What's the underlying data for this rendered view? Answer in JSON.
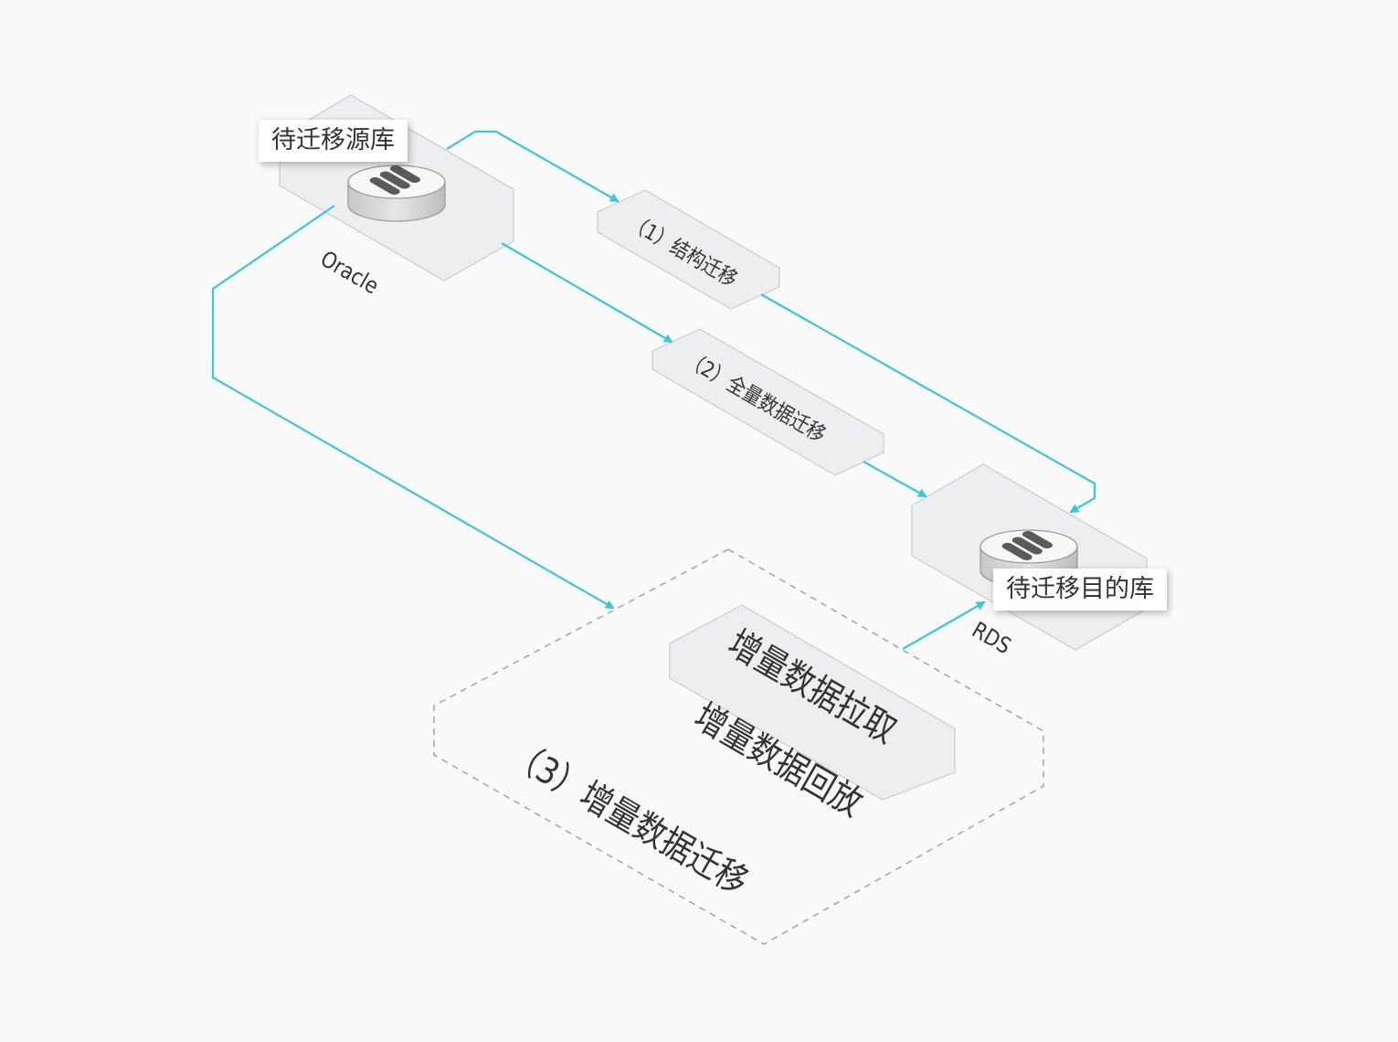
{
  "source_db": {
    "callout": "待迁移源库",
    "engine_label": "Oracle"
  },
  "target_db": {
    "callout": "待迁移目的库",
    "engine_label": "RDS"
  },
  "steps": {
    "step1": "（1）结构迁移",
    "step2": "（2）全量数据迁移",
    "step3": "（3）增量数据迁移"
  },
  "incremental": {
    "pull": "增量数据拉取",
    "replay": "增量数据回放"
  },
  "colors": {
    "flow_line": "#3cc5e0",
    "platform_fill": "#eceef0",
    "platform_stroke": "#c9cdd1",
    "dashed_border": "#a8a8a8"
  },
  "icons": {
    "database": "database-icon",
    "arrow": "arrow-head-icon"
  }
}
